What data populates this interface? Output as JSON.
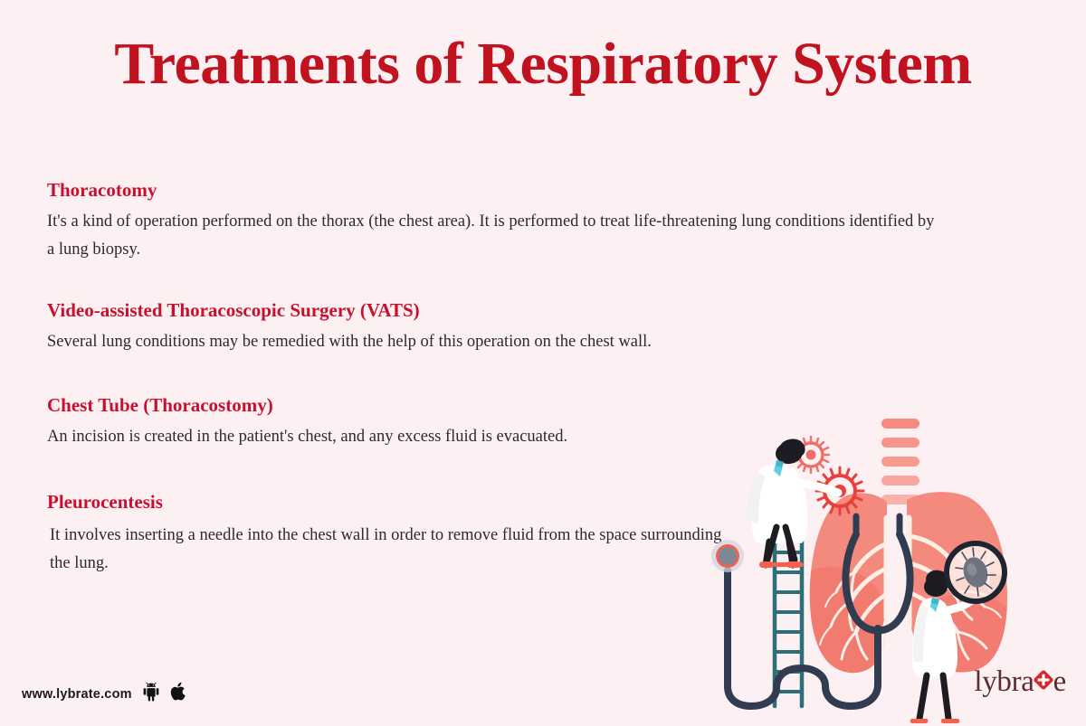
{
  "title": "Treatments of Respiratory System",
  "theme": {
    "background": "#fdf0f3",
    "title_color": "#c1121f",
    "heading_color": "#c8102e",
    "body_color": "#2b2b2b",
    "lung_color": "#f4897e",
    "lung_shade": "#ef6f63",
    "bronchi_color": "#fdeee6",
    "trachea_color": "#f58b80",
    "coat_color": "#ffffff",
    "navy": "#323c50",
    "teal": "#2d6e78",
    "accent_teal": "#5fd0df",
    "shoe_color": "#f2624f",
    "virus_color": "#e8413c",
    "logo_text_color": "#5d2b36",
    "logo_mark_color": "#d6272d"
  },
  "sections": [
    {
      "heading": "Thoracotomy",
      "body": "It's a kind of operation performed on the thorax (the chest area). It is performed to treat life-threatening lung conditions identified by a lung biopsy."
    },
    {
      "heading": "Video-assisted Thoracoscopic Surgery (VATS)",
      "body": "Several lung conditions may be remedied with the help of this operation on the chest wall."
    },
    {
      "heading": "Chest Tube (Thoracostomy)",
      "body": "An incision is created in the patient's chest, and any excess fluid is evacuated."
    },
    {
      "heading": "Pleurocentesis",
      "body": "It involves inserting a needle into the chest wall in order to remove fluid from the space surrounding the lung."
    }
  ],
  "footer": {
    "url": "www.lybrate.com",
    "icons": [
      "android-icon",
      "apple-icon"
    ]
  },
  "logo": {
    "text_before": "lybra",
    "text_after": "e",
    "mark": "plus-diamond-icon"
  },
  "illustration": {
    "name": "lungs-with-doctors-illustration",
    "elements": [
      "left-lung",
      "right-lung",
      "trachea-segments",
      "bronchial-tree",
      "doctor-on-ladder",
      "ladder",
      "virus-particle-large",
      "virus-particle-small",
      "stethoscope",
      "female-doctor",
      "magnifying-glass",
      "bacteria"
    ]
  }
}
